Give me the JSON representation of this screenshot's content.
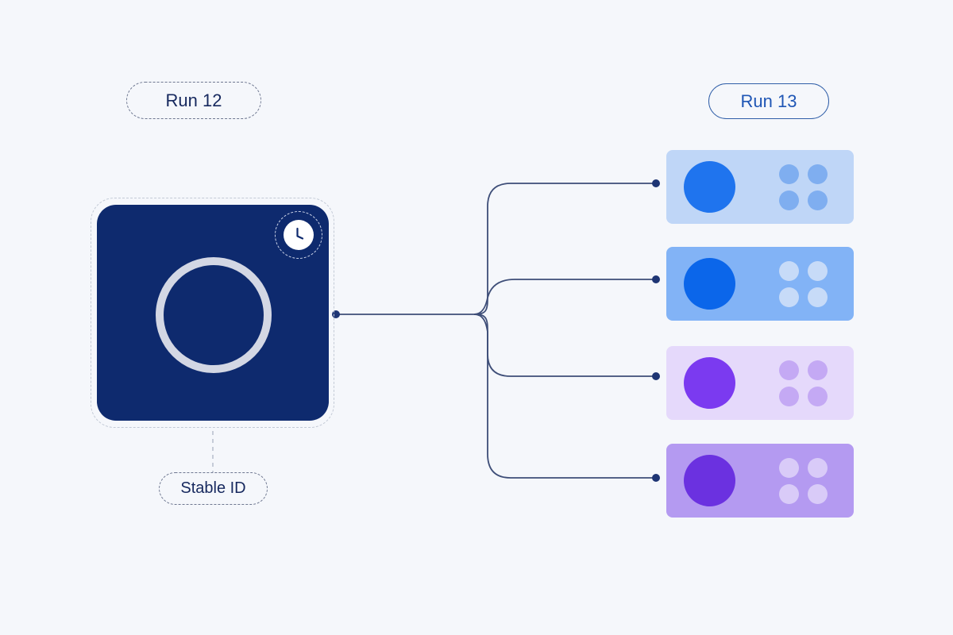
{
  "labels": {
    "run_left": "Run 12",
    "run_right": "Run 13",
    "stable_id": "Stable ID"
  },
  "colors": {
    "background": "#F5F7FB",
    "source_node": "#0E2A6E",
    "connector": "#3E4E78"
  },
  "icons": {
    "source": "ring-icon",
    "badge": "clock-icon",
    "target_dots": "dot-grid-icon"
  },
  "targets": [
    {
      "card": "#BFD6F7",
      "main_dot": "#1F74EE",
      "grid_dot": "#7FAEF0"
    },
    {
      "card": "#82B3F6",
      "main_dot": "#0B66EA",
      "grid_dot": "#C7DBF8"
    },
    {
      "card": "#E5D9FB",
      "main_dot": "#7B3AF0",
      "grid_dot": "#C4A9F4"
    },
    {
      "card": "#B49AF1",
      "main_dot": "#6B31E0",
      "grid_dot": "#D9CBF8"
    }
  ]
}
